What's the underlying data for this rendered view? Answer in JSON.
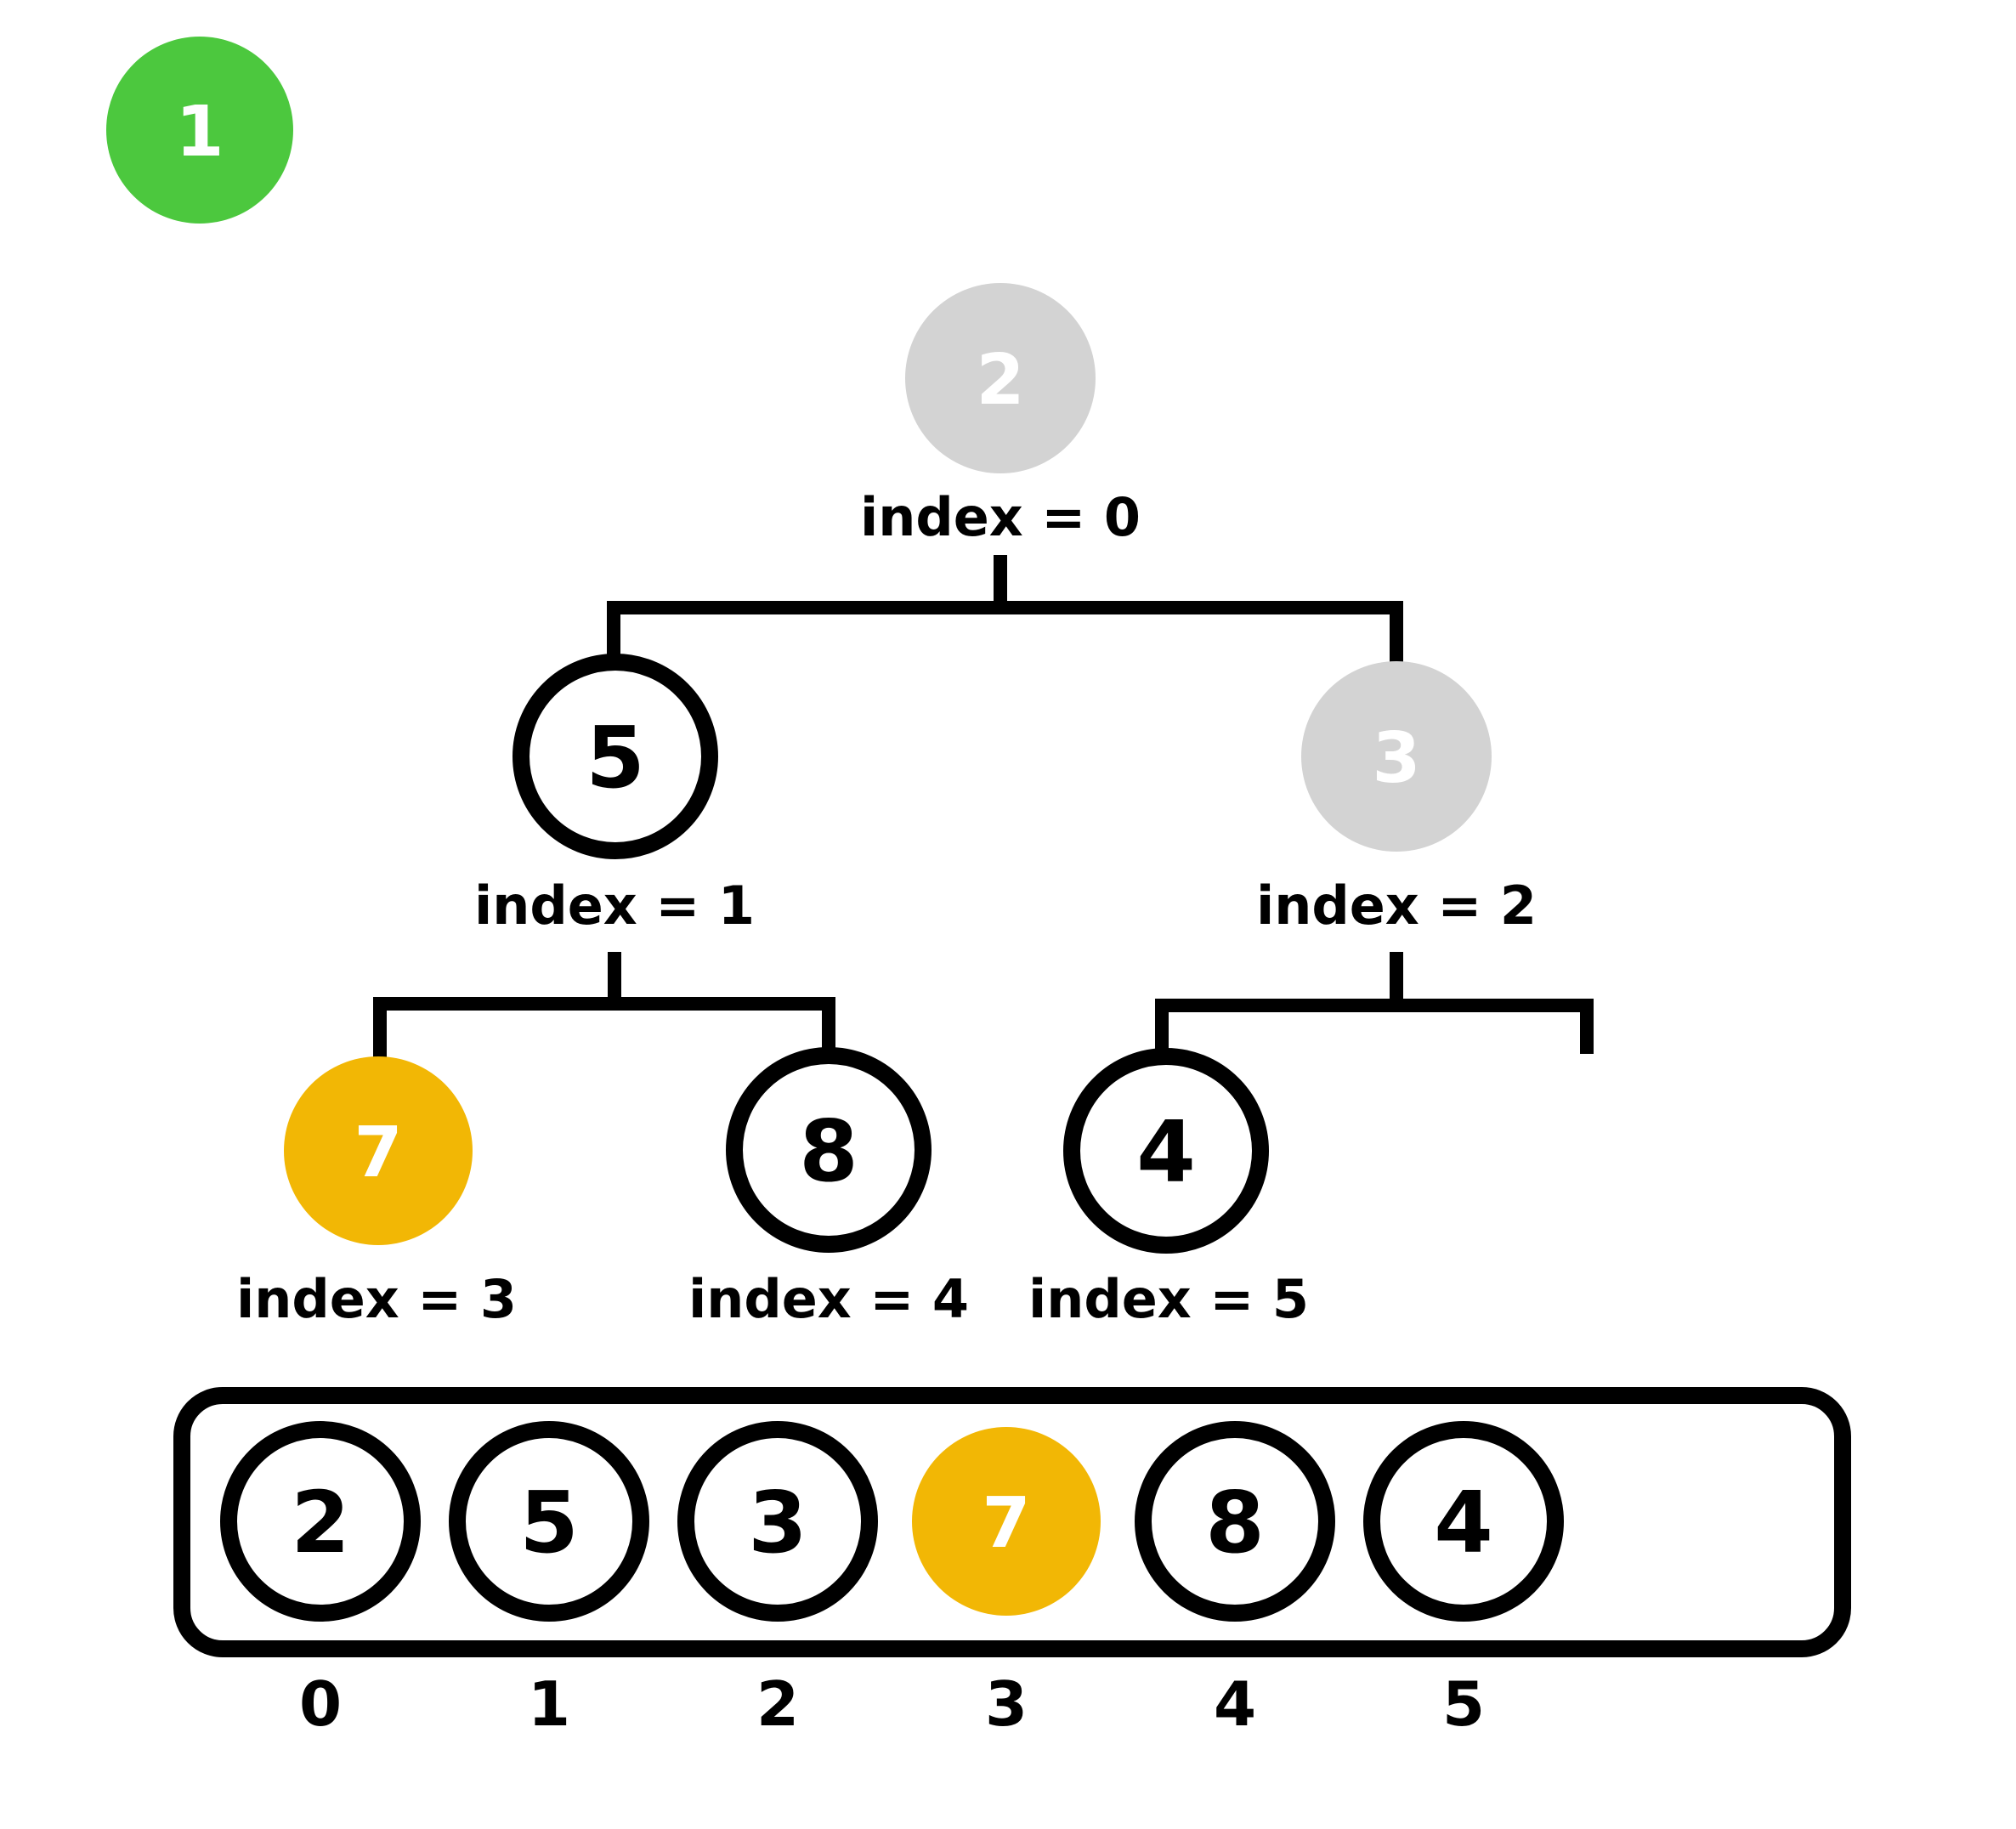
{
  "step_badge": {
    "label": "1"
  },
  "colors": {
    "badge_green": "#4CC83E",
    "highlight_orange": "#F2B705",
    "visited_gray": "#D3D3D3",
    "outline_black": "#000000",
    "node_white": "#FFFFFF"
  },
  "tree": {
    "nodes": [
      {
        "value": "2",
        "index_label": "index = 0",
        "state": "visited"
      },
      {
        "value": "5",
        "index_label": "index = 1",
        "state": "normal"
      },
      {
        "value": "3",
        "index_label": "index = 2",
        "state": "visited"
      },
      {
        "value": "7",
        "index_label": "index = 3",
        "state": "highlighted"
      },
      {
        "value": "8",
        "index_label": "index = 4",
        "state": "normal"
      },
      {
        "value": "4",
        "index_label": "index = 5",
        "state": "normal"
      }
    ]
  },
  "array": {
    "cells": [
      {
        "value": "2",
        "index_label": "0",
        "state": "normal"
      },
      {
        "value": "5",
        "index_label": "1",
        "state": "normal"
      },
      {
        "value": "3",
        "index_label": "2",
        "state": "normal"
      },
      {
        "value": "7",
        "index_label": "3",
        "state": "highlighted"
      },
      {
        "value": "8",
        "index_label": "4",
        "state": "normal"
      },
      {
        "value": "4",
        "index_label": "5",
        "state": "normal"
      }
    ]
  }
}
